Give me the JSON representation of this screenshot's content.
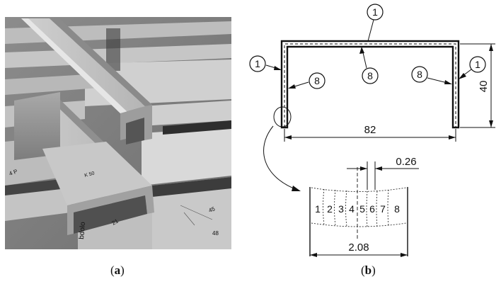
{
  "panels": {
    "a": {
      "open": "(",
      "letter": "a",
      "close": ")"
    },
    "b": {
      "open": "(",
      "letter": "b",
      "close": ")"
    }
  },
  "photo": {
    "description_hidden": "",
    "tones": {
      "dark": "#2a2a2a",
      "mid": "#9a9a9a",
      "light": "#d4d4d4",
      "highlight": "#eeeeee"
    }
  },
  "drawing": {
    "callouts": [
      {
        "id": "top",
        "text": "1"
      },
      {
        "id": "left-outer",
        "text": "1"
      },
      {
        "id": "right-outer",
        "text": "1"
      },
      {
        "id": "top-inner",
        "text": "8"
      },
      {
        "id": "left-inner",
        "text": "8"
      },
      {
        "id": "right-inner",
        "text": "8"
      }
    ],
    "dimensions": {
      "width": "82",
      "height": "40",
      "thickness": "2.08",
      "layer_gap": "0.26"
    },
    "layers": [
      "1",
      "2",
      "3",
      "4",
      "5",
      "6",
      "7",
      "8"
    ]
  }
}
